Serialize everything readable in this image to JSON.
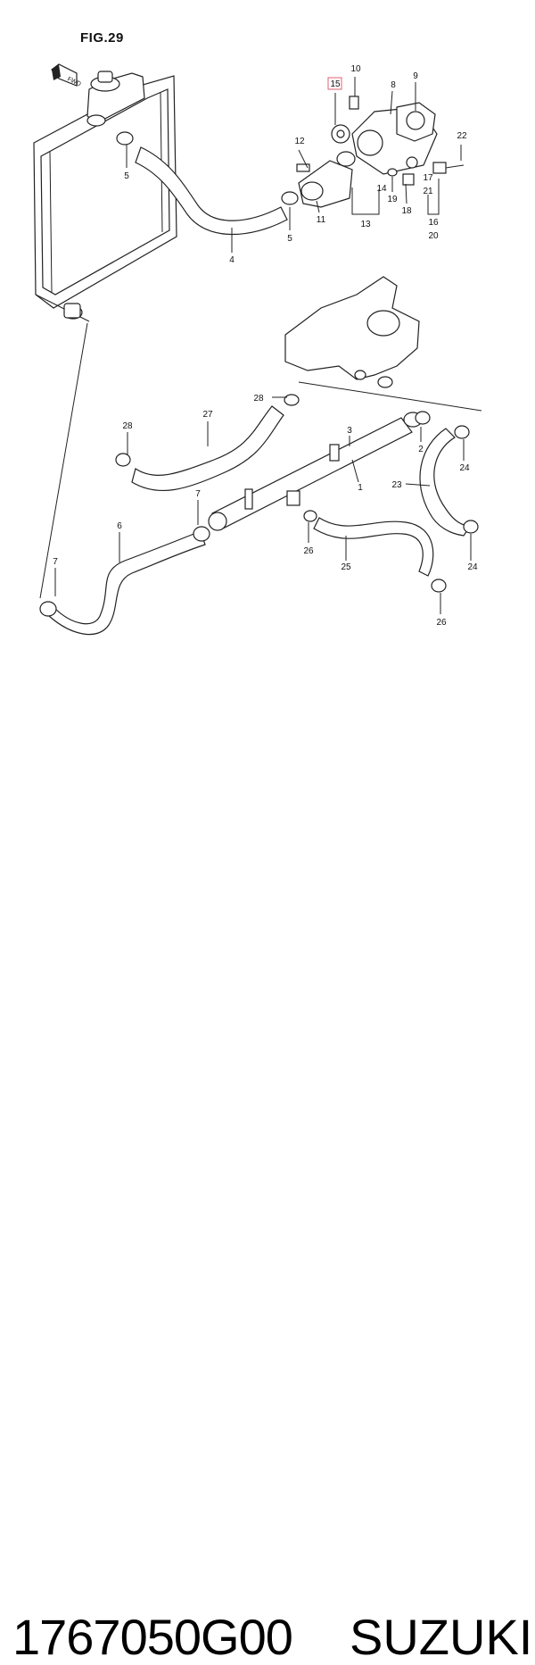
{
  "figure": {
    "title": "FIG.29",
    "fwd_label": "FWD",
    "highlight_color": "#e06070",
    "callouts": [
      {
        "id": "c15",
        "label": "15",
        "highlighted": true
      },
      {
        "id": "c10",
        "label": "10"
      },
      {
        "id": "c8",
        "label": "8"
      },
      {
        "id": "c9",
        "label": "9"
      },
      {
        "id": "c22",
        "label": "22"
      },
      {
        "id": "c12",
        "label": "12"
      },
      {
        "id": "c5a",
        "label": "5"
      },
      {
        "id": "c14",
        "label": "14"
      },
      {
        "id": "c17",
        "label": "17"
      },
      {
        "id": "c21",
        "label": "21"
      },
      {
        "id": "c19",
        "label": "19"
      },
      {
        "id": "c18",
        "label": "18"
      },
      {
        "id": "c11",
        "label": "11"
      },
      {
        "id": "c13",
        "label": "13"
      },
      {
        "id": "c16",
        "label": "16"
      },
      {
        "id": "c20",
        "label": "20"
      },
      {
        "id": "c5b",
        "label": "5"
      },
      {
        "id": "c4",
        "label": "4"
      },
      {
        "id": "c28a",
        "label": "28"
      },
      {
        "id": "c27",
        "label": "27"
      },
      {
        "id": "c28b",
        "label": "28"
      },
      {
        "id": "c3",
        "label": "3"
      },
      {
        "id": "c2",
        "label": "2"
      },
      {
        "id": "c24a",
        "label": "24"
      },
      {
        "id": "c1",
        "label": "1"
      },
      {
        "id": "c23",
        "label": "23"
      },
      {
        "id": "c7a",
        "label": "7"
      },
      {
        "id": "c6",
        "label": "6"
      },
      {
        "id": "c26a",
        "label": "26"
      },
      {
        "id": "c25",
        "label": "25"
      },
      {
        "id": "c24b",
        "label": "24"
      },
      {
        "id": "c7b",
        "label": "7"
      },
      {
        "id": "c26b",
        "label": "26"
      }
    ]
  },
  "caption": {
    "part_number": "1767050G00",
    "brand": "SUZUKI"
  }
}
